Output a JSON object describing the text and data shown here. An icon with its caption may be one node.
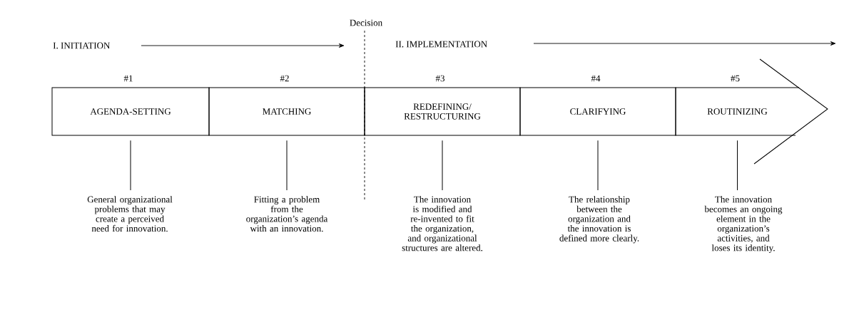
{
  "diagram": {
    "nodes": [
      {
        "text": [
          "AGENDA-SETTING"
        ],
        "beside": [
          "#1"
        ]
      },
      {
        "text": [
          "MATCHING"
        ],
        "beside": [
          "#2"
        ]
      },
      {
        "text": [
          "REDEFINING/ RESTRUCTURING"
        ],
        "beside": [
          "#3"
        ]
      },
      {
        "text": [
          "CLARIFYING"
        ],
        "beside": [
          "#4"
        ]
      },
      {
        "text": [
          "ROUTINIZING"
        ],
        "beside": [
          "#5"
        ]
      },
      {
        "text": [
          "General organizational problems that may create a perceived need for innovation."
        ]
      },
      {
        "text": [
          "Fitting a problem from the organization’s agenda with an innovation."
        ]
      },
      {
        "text": [
          "The innovation is modified and re-invented to fit the organization, and organizational structures are altered."
        ]
      },
      {
        "text": [
          "The relationship between the organization and the innovation is defined more clearly."
        ]
      },
      {
        "text": [
          "The innovation becomes an ongoing element in the organization’s activities, and loses its identity."
        ]
      }
    ],
    "edges": [
      {
        "from": 0,
        "to": 5,
        "arrow": "none"
      },
      {
        "from": 1,
        "to": 6,
        "arrow": "none"
      },
      {
        "from": 2,
        "to": 7,
        "arrow": "none"
      },
      {
        "from": 3,
        "to": 8,
        "arrow": "none"
      },
      {
        "from": 4,
        "to": 9,
        "arrow": "none"
      }
    ],
    "labels": [
      "Decision",
      "I. INITIATION",
      "II. IMPLEMENTATION"
    ]
  }
}
